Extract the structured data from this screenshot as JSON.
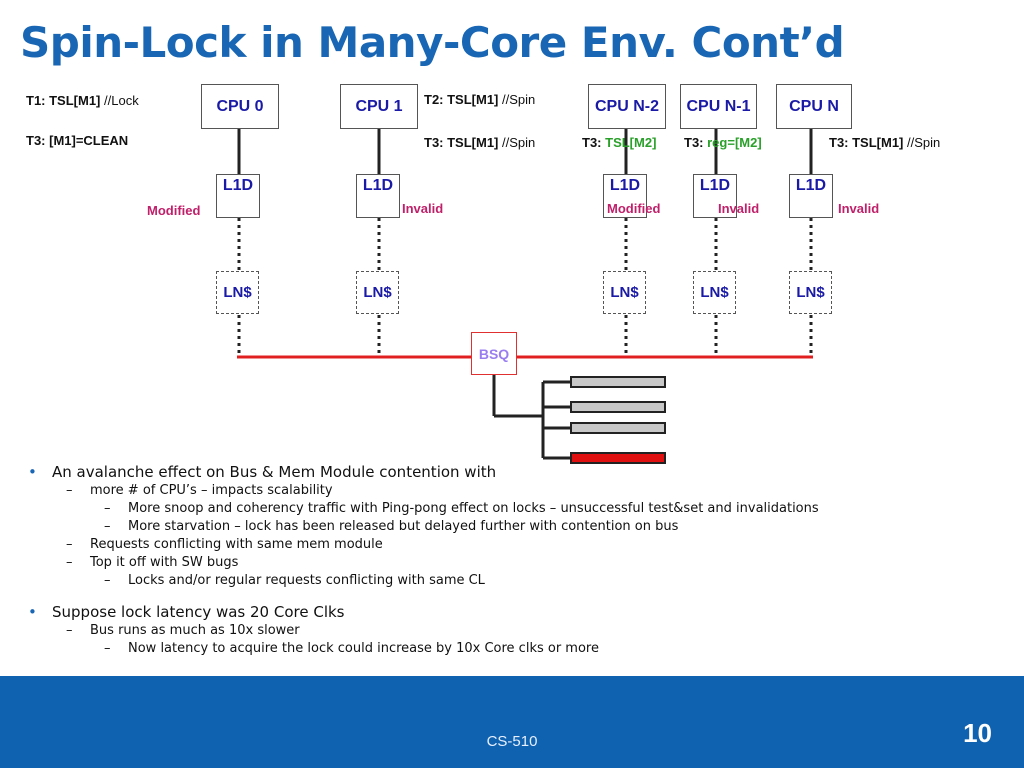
{
  "title": "Spin-Lock in Many-Core Env. Cont’d",
  "cpus": [
    "CPU 0",
    "CPU 1",
    "CPU N-2",
    "CPU N-1",
    "CPU N"
  ],
  "l1d_label": "L1D",
  "ln_label": "LN$",
  "bsq_label": "BSQ",
  "states": {
    "cpu0": "Modified",
    "cpu1": "Invalid",
    "cpun2": "Modified",
    "cpun1": "Invalid",
    "cpun": "Invalid"
  },
  "annotations": {
    "t1_cmd": "T1: TSL[M1]",
    "t1_comment": "//Lock",
    "t3_clean": "T3: [M1]=CLEAN",
    "t2_cmd": "T2: TSL[M1]",
    "t2_comment": "//Spin",
    "t3_cpu1_cmd": "T3: TSL[M1]",
    "t3_cpu1_comment": "//Spin",
    "t3_n2_prefix": "T3:",
    "t3_n2_cmd": "TSL[M2]",
    "t3_n1_prefix": "T3:",
    "t3_n1_cmd": "reg=[M2]",
    "t3_n_cmd": "T3: TSL[M1]",
    "t3_n_comment": "//Spin"
  },
  "bullets": [
    {
      "level": 1,
      "text": "An avalanche effect on Bus & Mem Module contention with"
    },
    {
      "level": 2,
      "text": "more # of CPU’s – impacts scalability"
    },
    {
      "level": 3,
      "text": "More snoop and coherency traffic with Ping-pong effect on locks – unsuccessful test&set and invalidations"
    },
    {
      "level": 3,
      "text": "More starvation – lock has been released but delayed further with contention on bus"
    },
    {
      "level": 2,
      "text": "Requests conflicting with same mem module"
    },
    {
      "level": 2,
      "text": "Top it off with SW bugs"
    },
    {
      "level": 3,
      "text": "Locks and/or regular requests conflicting with same CL"
    },
    {
      "level": 1,
      "text": "Suppose lock latency was 20 Core Clks"
    },
    {
      "level": 2,
      "text": "Bus runs as much as 10x slower"
    },
    {
      "level": 3,
      "text": "Now latency to acquire the lock could increase by 10x Core clks or more"
    }
  ],
  "footer": {
    "course": "CS-510",
    "page_number": "10"
  },
  "colors": {
    "title": "#1866b4",
    "footer": "#0f62b0",
    "bus": "#e02020",
    "modified": "#c0206a",
    "highlight": "#2aa02a"
  }
}
